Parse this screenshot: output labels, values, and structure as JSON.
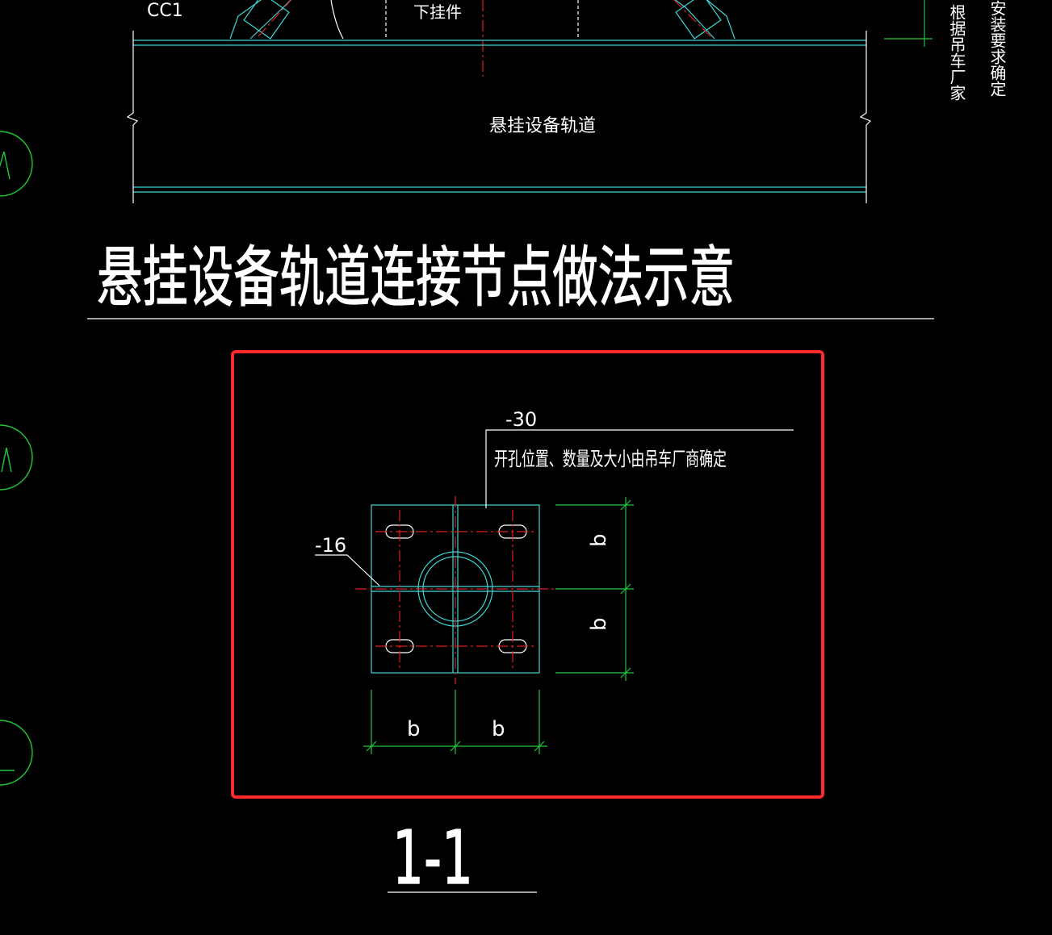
{
  "drawing": {
    "top_labels": {
      "cc1": "CC1",
      "lower_hanger": "下挂件",
      "track_label": "悬挂设备轨道",
      "right_note_1": "根据吊车厂家",
      "right_note_2": "安装要求确定"
    },
    "title": "悬挂设备轨道连接节点做法示意",
    "section_label": "1-1",
    "detail": {
      "plate_thickness_top": "-30",
      "hole_note": "开孔位置、数量及大小由吊车厂商确定",
      "stiffener_thickness": "-16",
      "dimension_b": "b"
    },
    "colors": {
      "background": "#000000",
      "outline": "#ffffff",
      "cyan": "#3fd6d6",
      "centerline": "#e02020",
      "dimension": "#22c83a",
      "highlight": "#ff2a2a"
    }
  }
}
